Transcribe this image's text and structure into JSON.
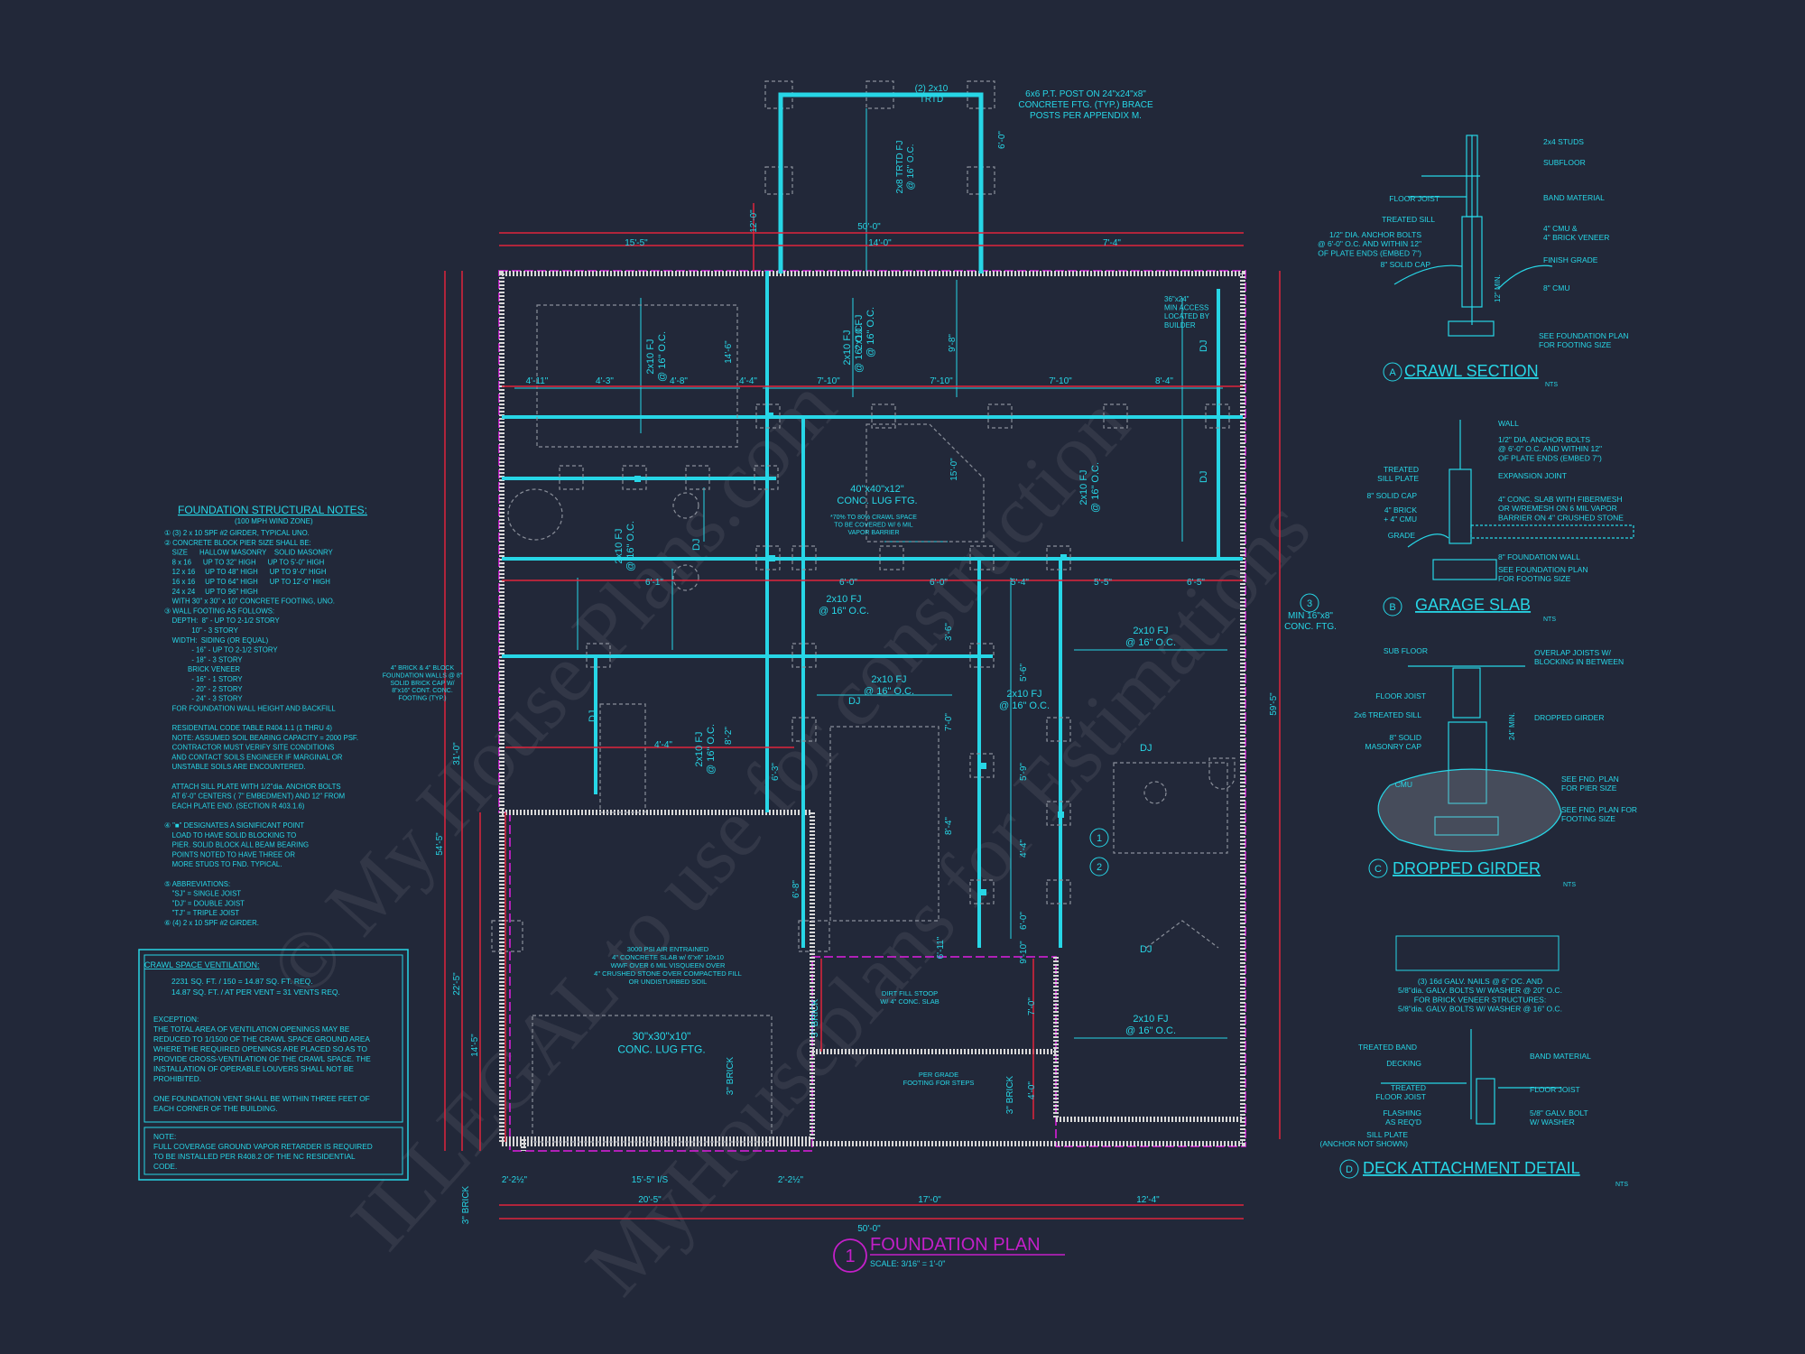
{
  "plan": {
    "title": "FOUNDATION PLAN",
    "number": "1",
    "scale": "SCALE: 3/16\" = 1'-0\""
  },
  "dims": {
    "top_total": "50'-0\"",
    "top_left": "15'-5\"",
    "top_mid": "14'-0\"",
    "top_right": "7'-4\"",
    "bottom_total": "50'-0\"",
    "bottom_a": "2'-2½\"",
    "bottom_b": "15'-5\" I/S",
    "bottom_c": "2'-2½\"",
    "bottom_d": "20'-5\"",
    "bottom_e": "17'-0\"",
    "bottom_f": "12'-4\"",
    "left_total": "54'-5\"",
    "left_a": "31'-0\"",
    "left_b": "22'-5\"",
    "left_c": "14'-5\"",
    "left_brick": "3\" BRICK",
    "right_total": "59'-5\"",
    "porch_a": "12'-0\"",
    "porch_b": "6'-0\"",
    "row_a": "4'-11\"",
    "row_b": "4'-3\"",
    "row_c": "4'-8\"",
    "row_d": "4'-4\"",
    "row_e": "7'-10\"",
    "row_f": "7'-10\"",
    "row_g": "7'-10\"",
    "row_h": "8'-4\"",
    "mid_a": "6'-1\"",
    "mid_b": "6'-0\"",
    "mid_c": "6'-0\"",
    "mid_d": "5'-4\"",
    "mid_e": "5'-5\"",
    "mid_f": "6'-5\"",
    "mid_g": "4'-4\"",
    "dim_9_8": "9'-8\"",
    "dim_14_6": "14'-6\"",
    "dim_6_3": "6'-3\"",
    "dim_8_2": "8'-2\"",
    "dim_7_0": "7'-0\"",
    "dim_8_4": "8'-4\"",
    "dim_5_6": "5'-6\"",
    "dim_4_4b": "4'-4\"",
    "dim_5_9": "5'-9\"",
    "dim_6_0b": "6'-0\"",
    "dim_7_0b": "7'-0\"",
    "dim_4_0": "4'-0\"",
    "dim_6_8": "6'-8\"",
    "dim_3_6": "3'-6\"",
    "dim_15_0": "15'-0\"",
    "dim_9_10": "9'-10\"",
    "dim_6_11": "6'-11\"",
    "brick_a": "3\" BRICK",
    "brick_b": "3\" BRICK",
    "brick_c": "3\" BRICK"
  },
  "labels": {
    "porch_beam": "(2) 2x10\nTRTD",
    "porch_joist": "2x8 TRTD FJ\n@ 16\" O.C.",
    "post_note": "6x6 P.T. POST ON 24\"x24\"x8\"\nCONCRETE FTG. (TYP.) BRACE\nPOSTS PER APPENDIX M.",
    "fj_a": "2x10 FJ\n@ 16\" O.C.",
    "fj_b": "2x10 FJ\n@ 16\" O.C.",
    "fj_c": "2x10 FJ\n@ 16\" O.C.",
    "fj_d": "2x10 FJ\n@ 16\" O.C.",
    "fj_e": "2x10 FJ\n@ 16\" O.C.",
    "fj_f": "2x10 FJ\n@ 16\" O.C.",
    "fj_g": "2x10 FJ\n@ 16\" O.C.",
    "fj_h": "2x10 FJ\n@ 16\" O.C.",
    "fj_i": "2x10 FJ\n@ 16\" O.C.",
    "fj_j": "2x10 FJ\n@ 16\" O.C.",
    "fj_k": "2x10 FJ\n@ 16\" O.C.",
    "access": "36\"x24\"\nMIN ACCESS\nLOCATED BY\nBUILDER",
    "lug_ftg": "40\"x40\"x12\"\nCONC. LUG FTG.",
    "vapor": "*70% TO 80% CRAWL SPACE\nTO BE COVERED W/ 6 MIL\nVAPOR BARRIER",
    "min_ftg": "MIN 16\"x8\"\nCONC. FTG.",
    "block_wall": "4\" BRICK & 4\" BLOCK\nFOUNDATION WALLS @ 8\"\nSOLID BRICK CAP W/\n8\"x16\" CONT. CONC.\nFOOTING (TYP.)",
    "garage_slab": "3000 PSI AIR ENTRAINED\n4\" CONCRETE SLAB w/ 6\"x6\" 10x10\nWWF OVER 6 MIL VISQUEEN OVER\n4\" CRUSHED STONE OVER COMPACTED FILL\nOR UNDISTURBED SOIL",
    "garage_ftg": "30\"x30\"x10\"\nCONC. LUG FTG.",
    "stoop": "DIRT FILL STOOP\nW/ 4\" CONC. SLAB",
    "per_grade": "PER GRADE\nFOOTING FOR STEPS",
    "dj": "DJ",
    "callout_1": "1",
    "callout_2": "2",
    "callout_3": "3"
  },
  "notes": {
    "title": "FOUNDATION STRUCTURAL NOTES:",
    "wind": "(100 MPH WIND ZONE)",
    "lines": [
      "① (3) 2 x 10 SPF #2 GIRDER, TYPICAL UNO.",
      "② CONCRETE BLOCK PIER SIZE SHALL BE:",
      "    SIZE      HALLOW MASONRY    SOLID MASONRY",
      "    8 x 16      UP TO 32\" HIGH      UP TO 5'-0\" HIGH",
      "    12 x 16     UP TO 48\" HIGH      UP TO 9'-0\" HIGH",
      "    16 x 16     UP TO 64\" HIGH      UP TO 12'-0\" HIGH",
      "    24 x 24     UP TO 96\" HIGH",
      "    WITH 30\" x 30\" x 10\" CONCRETE FOOTING, UNO.",
      "③ WALL FOOTING AS FOLLOWS:",
      "    DEPTH:  8\" - UP TO 2-1/2 STORY",
      "              10\" - 3 STORY",
      "    WIDTH:  SIDING (OR EQUAL)",
      "              - 16\" - UP TO 2-1/2 STORY",
      "              - 18\" - 3 STORY",
      "            BRICK VENEER",
      "              - 16\" - 1 STORY",
      "              - 20\" - 2 STORY",
      "              - 24\" - 3 STORY",
      "    FOR FOUNDATION WALL HEIGHT AND BACKFILL",
      "",
      "    RESIDENTIAL CODE TABLE R404.1.1 (1 THRU 4)",
      "    NOTE: ASSUMED SOIL BEARING CAPACITY = 2000 PSF.",
      "    CONTRACTOR MUST VERIFY SITE CONDITIONS",
      "    AND CONTACT SOILS ENGINEER IF MARGINAL OR",
      "    UNSTABLE SOILS ARE ENCOUNTERED.",
      "",
      "    ATTACH SILL PLATE WITH 1/2\"dia. ANCHOR BOLTS",
      "    AT 6'-0\" CENTERS ( 7\" EMBEDMENT) AND 12\" FROM",
      "    EACH PLATE END. (SECTION R 403.1.6)",
      "",
      "④ \"■\" DESIGNATES A SIGNIFICANT POINT",
      "    LOAD TO HAVE SOLID BLOCKING TO",
      "    PIER. SOLID BLOCK ALL BEAM BEARING",
      "    POINTS NOTED TO HAVE THREE OR",
      "    MORE STUDS TO FND. TYPICAL.",
      "",
      "⑤ ABBREVIATIONS:",
      "    \"SJ\" = SINGLE JOIST",
      "    \"DJ\" = DOUBLE JOIST",
      "    \"TJ\" = TRIPLE JOIST",
      "⑥ (4) 2 x 10 SPF #2 GIRDER."
    ]
  },
  "ventilation": {
    "title": "CRAWL SPACE VENTILATION:",
    "calc_1": "2231   SQ. FT. / 150 =   14.87   SQ. FT. REQ.",
    "calc_2": "14.87   SQ. FT. / AT PER VENT =   31   VENTS REQ.",
    "exception": [
      "EXCEPTION:",
      "THE TOTAL AREA OF VENTILATION OPENINGS MAY BE",
      "REDUCED TO 1/1500 OF THE CRAWL SPACE GROUND AREA",
      "WHERE THE REQUIRED OPENINGS ARE PLACED SO AS TO",
      "PROVIDE CROSS-VENTILATION OF THE CRAWL SPACE. THE",
      "INSTALLATION OF OPERABLE LOUVERS SHALL NOT BE",
      "PROHIBITED.",
      "",
      "ONE FOUNDATION VENT SHALL BE WITHIN THREE FEET OF",
      "EACH CORNER OF THE BUILDING."
    ],
    "note": [
      "NOTE:",
      "FULL COVERAGE GROUND VAPOR RETARDER IS REQUIRED",
      "TO BE INSTALLED PER R408.2 OF THE NC RESIDENTIAL",
      "CODE."
    ]
  },
  "detail_a": {
    "letter": "A",
    "title": "CRAWL SECTION",
    "nts": "NTS",
    "labels": [
      "2x4 STUDS",
      "SUBFLOOR",
      "BAND MATERIAL",
      "4\" CMU &\n4\" BRICK VENEER",
      "FINISH GRADE",
      "8\" CMU",
      "SEE FOUNDATION PLAN\nFOR FOOTING SIZE"
    ],
    "left_labels": [
      "FLOOR JOIST",
      "TREATED SILL",
      "1/2\" DIA. ANCHOR BOLTS\n@ 6'-0\" O.C. AND WITHIN 12\"\nOF PLATE ENDS (EMBED 7\")",
      "8\" SOLID CAP"
    ],
    "vert": "12\" MIN."
  },
  "detail_b": {
    "letter": "B",
    "title": "GARAGE SLAB",
    "nts": "NTS",
    "labels": [
      "WALL",
      "1/2\" DIA. ANCHOR BOLTS\n@ 6'-0\" O.C. AND WITHIN 12\"\nOF PLATE ENDS (EMBED 7\")",
      "EXPANSION JOINT",
      "4\" CONC. SLAB WITH FIBERMESH\nOR W/REMESH ON 6 MIL VAPOR\nBARRIER ON 4\" CRUSHED STONE",
      "8\" FOUNDATION WALL",
      "SEE FOUNDATION PLAN\nFOR FOOTING SIZE"
    ],
    "left_labels": [
      "TREATED\nSILL PLATE",
      "8\" SOLID CAP",
      "4\" BRICK\n+ 4\" CMU",
      "GRADE"
    ]
  },
  "detail_c": {
    "letter": "C",
    "title": "DROPPED GIRDER",
    "nts": "NTS",
    "labels": [
      "OVERLAP JOISTS W/\nBLOCKING IN BETWEEN",
      "DROPPED GIRDER",
      "SEE FND. PLAN\nFOR PIER SIZE",
      "SEE FND. PLAN FOR\nFOOTING SIZE"
    ],
    "left_labels": [
      "SUB FLOOR",
      "FLOOR JOIST",
      "2x6 TREATED SILL",
      "8\" SOLID\nMASONRY CAP",
      "CMU"
    ],
    "vert": "24\" MIN."
  },
  "detail_d": {
    "letter": "D",
    "title": "DECK ATTACHMENT DETAIL",
    "nts": "NTS",
    "top_note": "(3) 16d GALV. NAILS @ 6\" OC. AND\n5/8\"dia. GALV. BOLTS W/ WASHER @ 20\" O.C.\n\nFOR BRICK VENEER STRUCTURES:\n5/8\"dia. GALV. BOLTS W/ WASHER @ 16\" O.C.",
    "labels": [
      "BAND MATERIAL",
      "FLOOR JOIST",
      "5/8\" GALV. BOLT\nW/ WASHER"
    ],
    "left_labels": [
      "TREATED BAND",
      "DECKING",
      "TREATED\nFLOOR JOIST",
      "FLASHING\nAS REQ'D",
      "SILL PLATE\n(ANCHOR NOT SHOWN)"
    ]
  },
  "watermarks": [
    "© My House Plans.com",
    "ILLEGAL to use for construction",
    "MyHouseplans for Estimations"
  ],
  "colors": {
    "background": "#222839",
    "cyan": "#27d6e6",
    "red": "#e0243c",
    "magenta": "#c41fc9",
    "white": "#d8d8d8"
  }
}
